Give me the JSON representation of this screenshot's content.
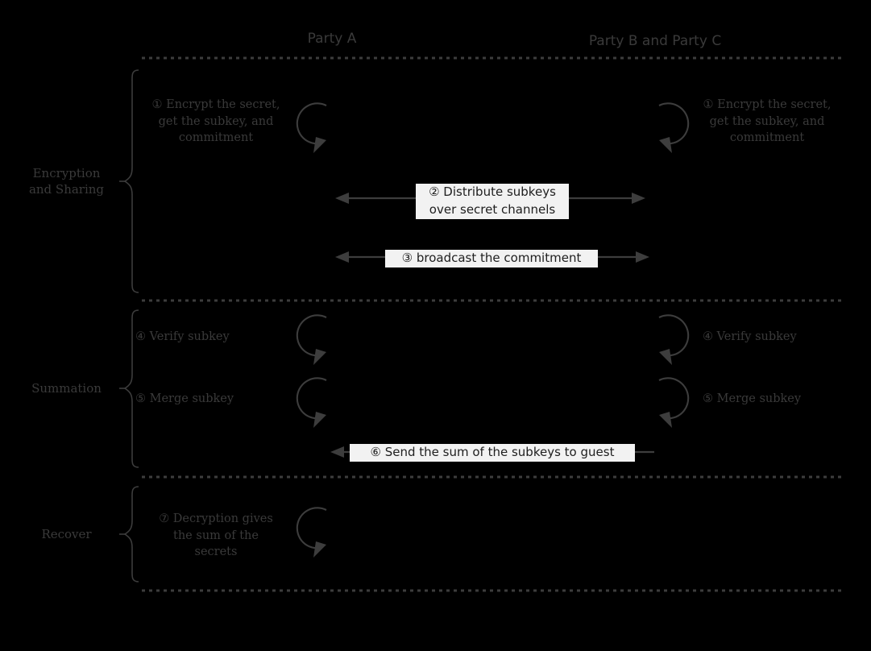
{
  "diagram": {
    "title_lanes": {
      "party_a": "Party A",
      "party_bc": "Party B and Party C"
    },
    "phases": [
      {
        "id": "encryption-and-sharing",
        "label": "Encryption\nand Sharing"
      },
      {
        "id": "summation",
        "label": "Summation"
      },
      {
        "id": "recover",
        "label": "Recover"
      }
    ],
    "steps": [
      {
        "number": "①",
        "lane": "party-a",
        "kind": "self-loop",
        "text": "① Encrypt the secret,\nget the subkey, and\ncommitment"
      },
      {
        "number": "①",
        "lane": "party-bc",
        "kind": "self-loop",
        "text": "① Encrypt the secret,\nget the subkey, and\ncommitment"
      },
      {
        "number": "②",
        "lane": "both",
        "kind": "bidirectional-arrow",
        "text": "② Distribute subkeys\nover secret channels"
      },
      {
        "number": "③",
        "lane": "both",
        "kind": "bidirectional-arrow",
        "text": "③ broadcast the commitment"
      },
      {
        "number": "④",
        "lane": "party-a",
        "kind": "self-loop",
        "text": "④ Verify subkey"
      },
      {
        "number": "④",
        "lane": "party-bc",
        "kind": "self-loop",
        "text": "④ Verify subkey"
      },
      {
        "number": "⑤",
        "lane": "party-a",
        "kind": "self-loop",
        "text": "⑤ Merge subkey"
      },
      {
        "number": "⑤",
        "lane": "party-bc",
        "kind": "self-loop",
        "text": "⑤ Merge subkey"
      },
      {
        "number": "⑥",
        "lane": "bc-to-a",
        "kind": "left-arrow",
        "text": "⑥ Send the sum of the subkeys to guest"
      },
      {
        "number": "⑦",
        "lane": "party-a",
        "kind": "self-loop",
        "text": "⑦ Decryption gives\nthe sum of the\nsecrets"
      }
    ],
    "colors": {
      "background": "#000000",
      "stroke": "#3d3d3d",
      "lane_header_text": "#3a3a3a",
      "step_text": "#3a3a3a",
      "label_background": "#f2f2f2",
      "label_text": "#202020"
    },
    "dividers": 4
  }
}
